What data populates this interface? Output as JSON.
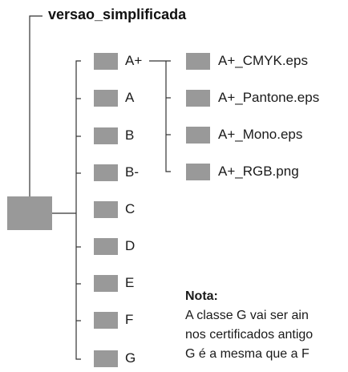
{
  "root": {
    "label": "versao_simplificada"
  },
  "classes": [
    {
      "label": "A+"
    },
    {
      "label": "A"
    },
    {
      "label": "B"
    },
    {
      "label": "B-"
    },
    {
      "label": "C"
    },
    {
      "label": "D"
    },
    {
      "label": "E"
    },
    {
      "label": "F"
    },
    {
      "label": "G"
    }
  ],
  "files": [
    {
      "label": "A+_CMYK.eps"
    },
    {
      "label": "A+_Pantone.eps"
    },
    {
      "label": "A+_Mono.eps"
    },
    {
      "label": "A+_RGB.png"
    }
  ],
  "note": {
    "title": "Nota:",
    "lines": [
      "A classe G vai ser ain",
      "nos certificados antigo",
      "G é a mesma que a F"
    ]
  },
  "colors": {
    "folder": "#999999",
    "line": "#333333",
    "text": "#1a1a1a"
  },
  "icons": {
    "folder": "folder-icon"
  }
}
